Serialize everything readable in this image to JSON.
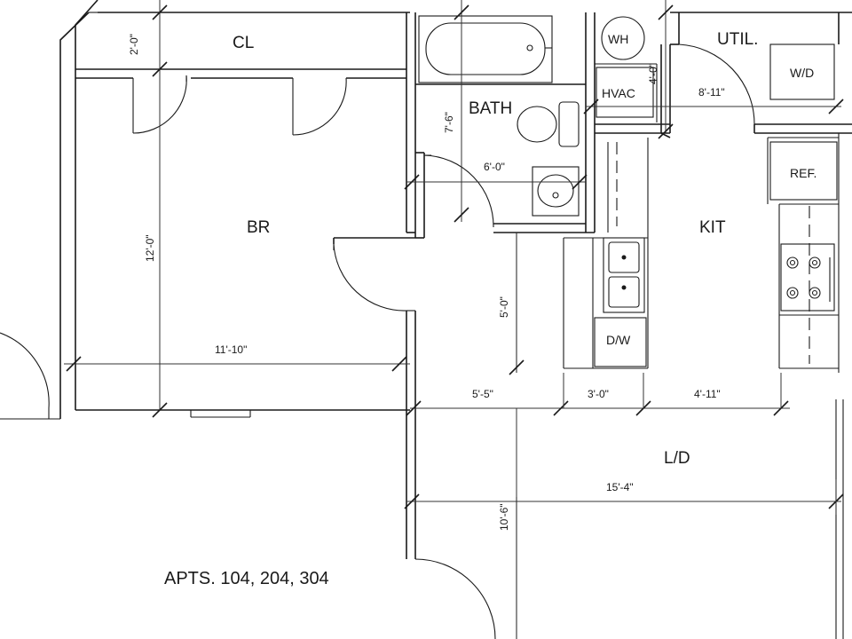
{
  "rooms": {
    "closet": "CL",
    "bedroom": "BR",
    "bath": "BATH",
    "utility": "UTIL.",
    "kitchen": "KIT",
    "living_dining": "L/D"
  },
  "fixtures": {
    "water_heater": "WH",
    "hvac": "HVAC",
    "washer_dryer": "W/D",
    "refrigerator": "REF.",
    "dishwasher": "D/W"
  },
  "dimensions": {
    "closet_depth": "2'-0\"",
    "bedroom_depth": "12'-0\"",
    "bedroom_width": "11'-10\"",
    "bath_depth": "7'-6\"",
    "bath_width": "6'-0\"",
    "utility_depth": "4'-0\"",
    "utility_width": "8'-11\"",
    "hall_depth": "5'-0\"",
    "hall_width": "5'-5\"",
    "counter_width": "3'-0\"",
    "kitchen_width": "4'-11\"",
    "living_width": "15'-4\"",
    "living_depth": "10'-6\""
  },
  "title": "APTS. 104, 204, 304"
}
